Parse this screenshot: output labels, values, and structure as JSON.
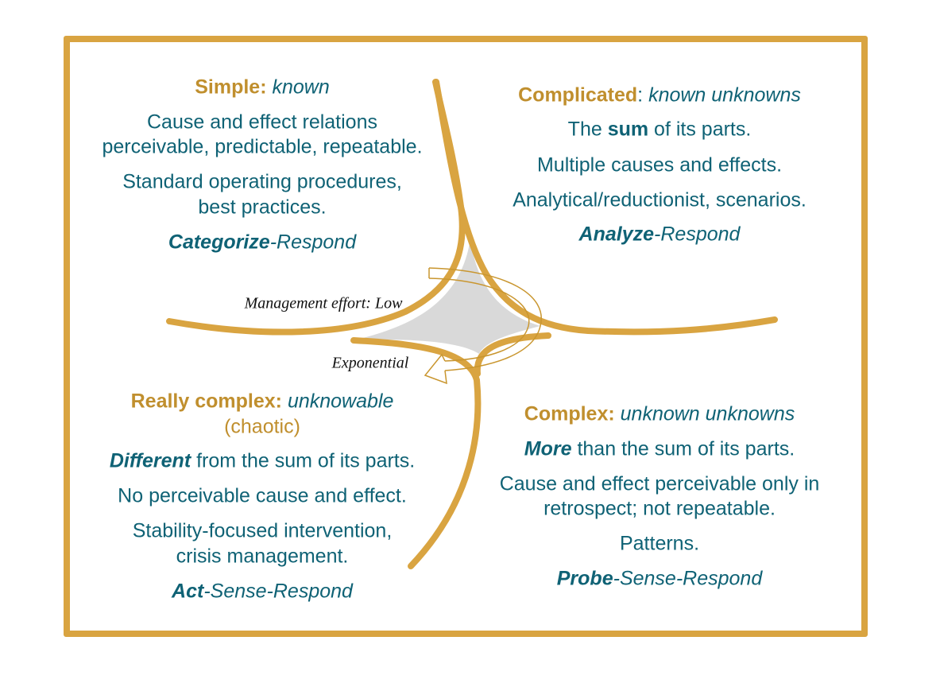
{
  "colors": {
    "border": "#D9A441",
    "heading": "#C08F2E",
    "text": "#0F6275",
    "center": "#D9D9D9"
  },
  "simple": {
    "title": "Simple:",
    "title_sub": "known",
    "lines": [
      "Cause and effect relations",
      "perceivable, predictable, repeatable.",
      "Standard operating procedures,",
      "best practices."
    ],
    "method_bold": "Categorize",
    "method_rest": "-Respond"
  },
  "complicated": {
    "title": "Complicated",
    "colon": ":",
    "title_sub": "known unknowns",
    "line1_pre": "The ",
    "line1_bold": "sum",
    "line1_post": " of its parts.",
    "lines": [
      "Multiple causes and effects.",
      "Analytical/reductionist, scenarios."
    ],
    "method_bold": "Analyze",
    "method_rest": "-Respond"
  },
  "chaotic": {
    "title": "Really complex:",
    "title_sub": "unknowable",
    "paren": "(chaotic)",
    "line1_bold": "Different",
    "line1_post": " from the sum of its parts.",
    "lines": [
      "No perceivable cause and effect.",
      "Stability-focused intervention,",
      "crisis management."
    ],
    "method_bold": "Act",
    "method_rest": "-Sense-Respond"
  },
  "complex": {
    "title": "Complex:",
    "title_sub": "unknown unknowns",
    "line1_bold": "More",
    "line1_post": " than the sum of its parts.",
    "lines": [
      "Cause and effect perceivable only in",
      "retrospect; not repeatable.",
      "Patterns."
    ],
    "method_bold": "Probe",
    "method_rest": "-Sense-Respond"
  },
  "center": {
    "effort_label": "Management effort: Low",
    "exponential_label": "Exponential"
  }
}
